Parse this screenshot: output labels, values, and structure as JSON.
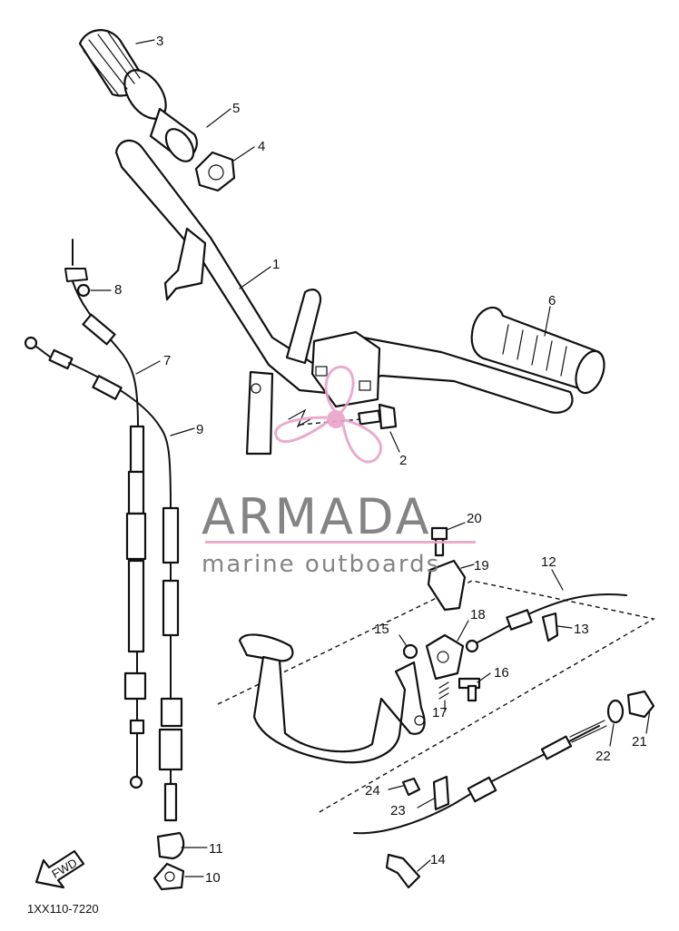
{
  "callouts": {
    "c1": "1",
    "c2": "2",
    "c3": "3",
    "c4": "4",
    "c5": "5",
    "c6": "6",
    "c7": "7",
    "c8": "8",
    "c9": "9",
    "c10": "10",
    "c11": "11",
    "c12": "12",
    "c13": "13",
    "c14": "14",
    "c15": "15",
    "c16": "16",
    "c17": "17",
    "c18": "18",
    "c19": "19",
    "c20": "20",
    "c21": "21",
    "c22": "22",
    "c23": "23",
    "c24": "24"
  },
  "fwd_label": "FWD",
  "drawing_code": "1XX110-7220",
  "watermark": {
    "title": "ARMADA",
    "subtitle": "marine outboards",
    "color_primary": "#777777",
    "color_accent": "#e8a3c8"
  }
}
